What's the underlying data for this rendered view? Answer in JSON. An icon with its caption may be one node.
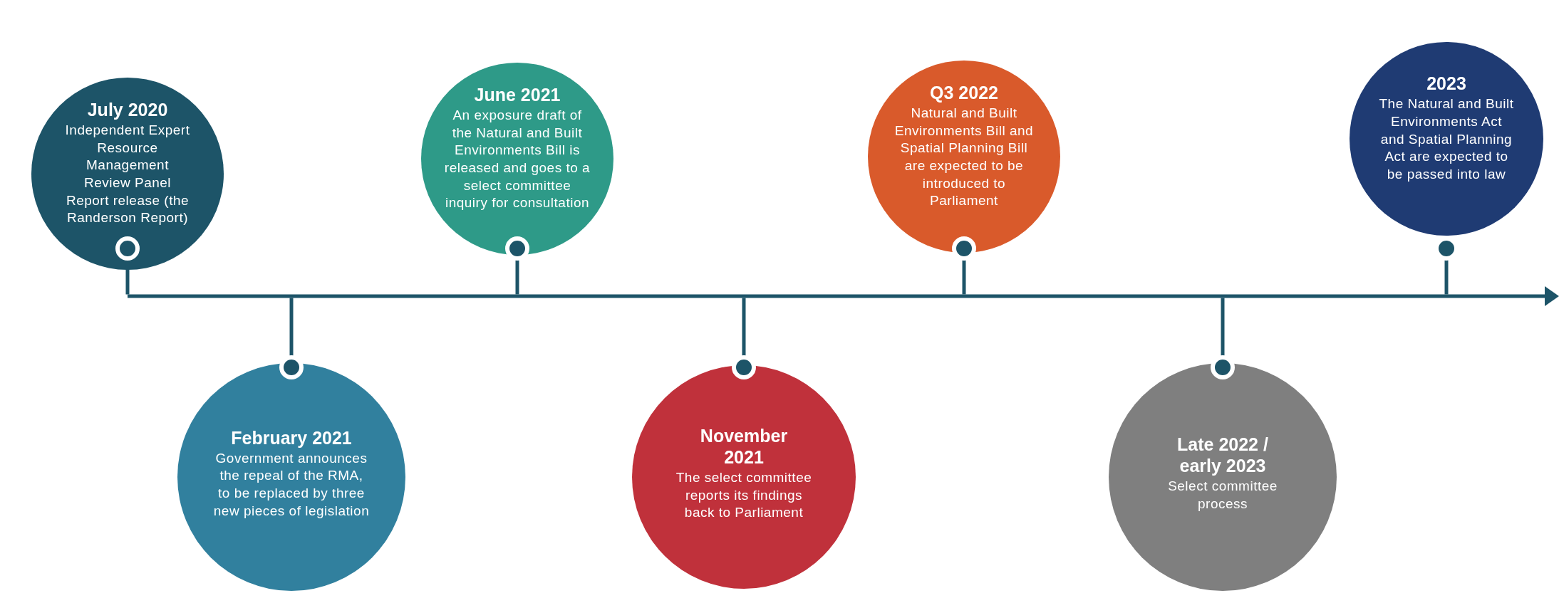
{
  "diagram": {
    "nodes": [
      {
        "text": [
          "July 2020",
          "Independent Expert Resource Management Review Panel Report release (the Randerson Report)"
        ]
      },
      {
        "text": [
          "February 2021",
          "Government announces the repeal of the RMA, to be replaced by three new pieces of legislation"
        ]
      },
      {
        "text": [
          "June 2021",
          "An exposure draft of the Natural and Built Environments Bill is released and goes to a select committee inquiry for consultation"
        ]
      },
      {
        "text": [
          "November 2021",
          "The select committee reports its findings back to Parliament"
        ]
      },
      {
        "text": [
          "Q3 2022",
          "Natural and Built Environments Bill and Spatial Planning Bill are expected to be introduced to Parliament"
        ]
      },
      {
        "text": [
          "Late 2022 / early 2023",
          "Select committee process"
        ]
      },
      {
        "text": [
          "2023",
          "The Natural and Built Environments Act and Spatial Planning Act are expected to be passed into law"
        ]
      },
      {
        "text": [],
        "shape": "bar"
      }
    ],
    "edges": [
      {
        "from": 0,
        "to": 7,
        "arrow": "other"
      },
      {
        "from": 1,
        "to": 7,
        "arrow": "other"
      },
      {
        "from": 2,
        "to": 7,
        "arrow": "other"
      },
      {
        "from": 3,
        "to": 7,
        "arrow": "other"
      },
      {
        "from": 4,
        "to": 7,
        "arrow": "other"
      },
      {
        "from": 5,
        "to": 7,
        "arrow": "other"
      },
      {
        "from": 6,
        "to": 7,
        "arrow": "other"
      }
    ]
  }
}
